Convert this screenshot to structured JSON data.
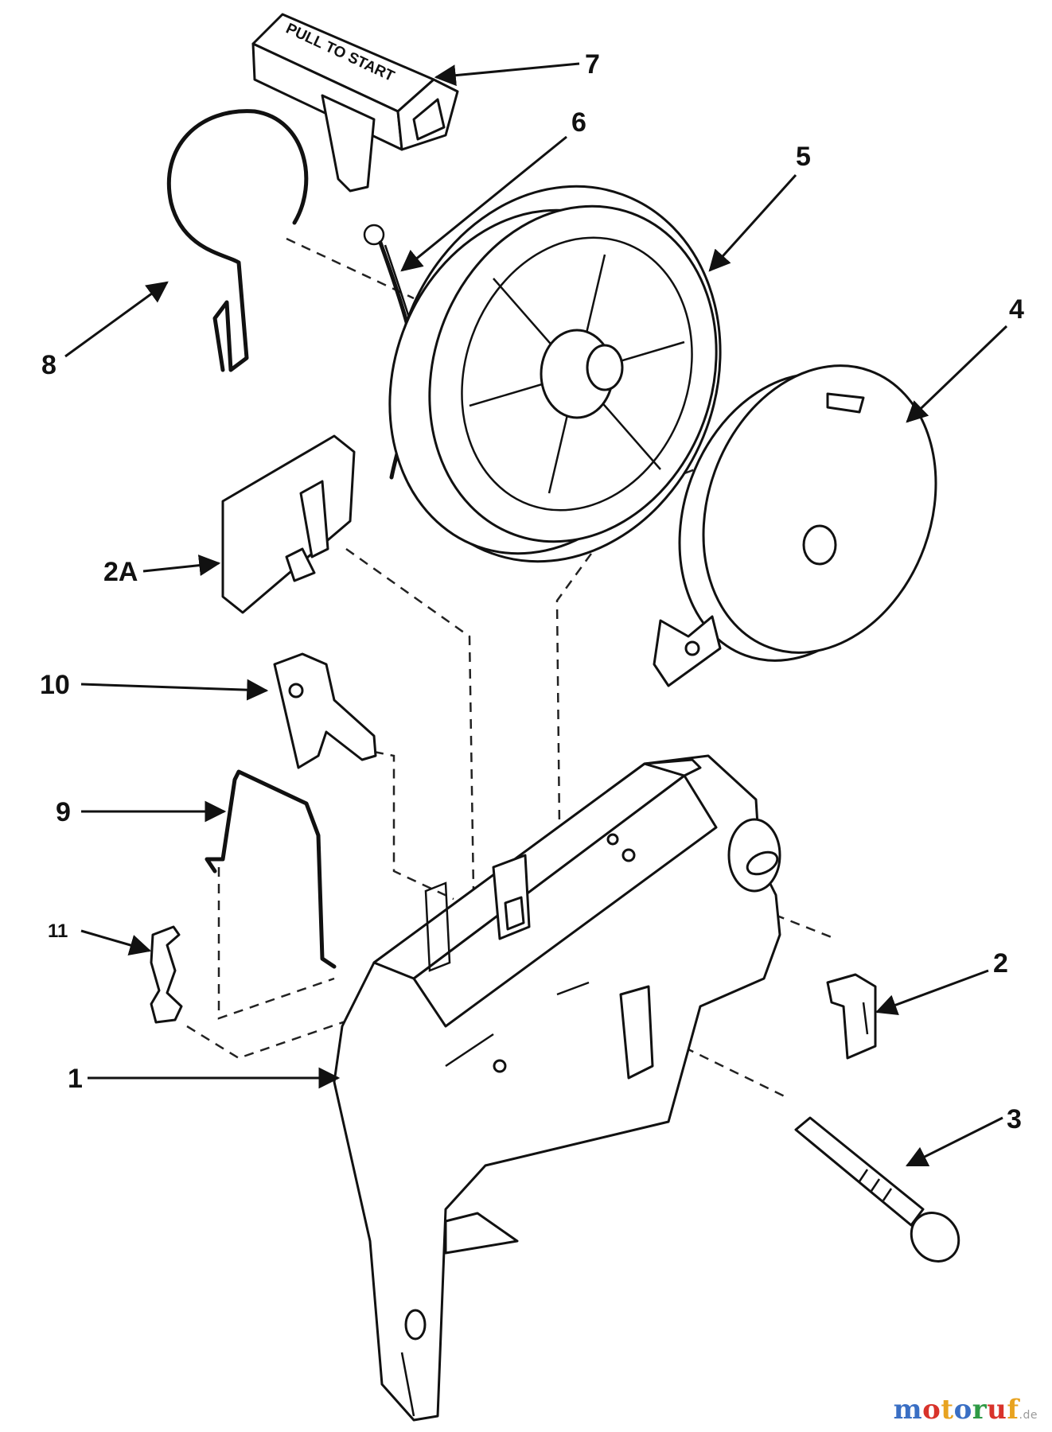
{
  "handle_text": "PULL TO START",
  "callouts": {
    "c1": "1",
    "c2": "2",
    "c2a": "2A",
    "c3": "3",
    "c4": "4",
    "c5": "5",
    "c6": "6",
    "c7": "7",
    "c8": "8",
    "c9": "9",
    "c10": "10",
    "c11": "11"
  },
  "watermark": {
    "brand": "motoruf",
    "suffix": ".de",
    "colors": [
      "#3a6fc4",
      "#d8332b",
      "#e8a320",
      "#3a6fc4",
      "#2e9a45",
      "#d8332b",
      "#e8a320"
    ]
  }
}
